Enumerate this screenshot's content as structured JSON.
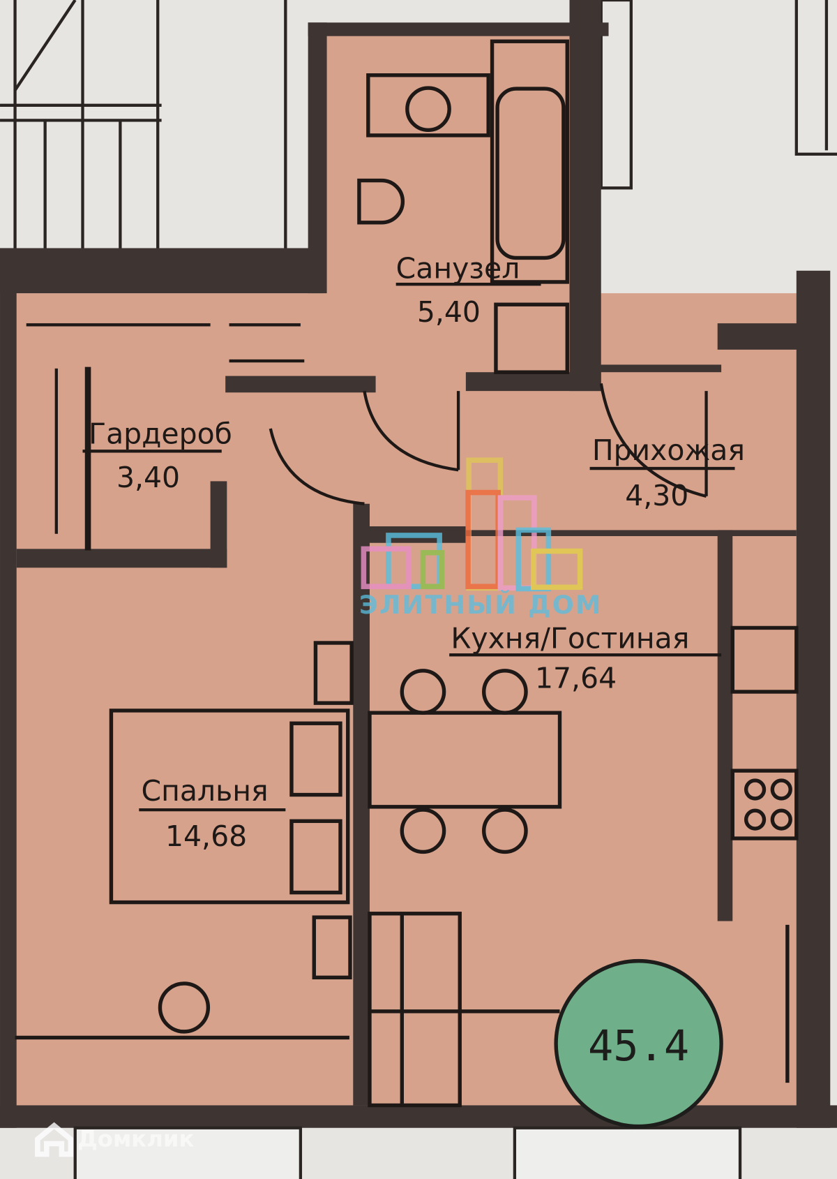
{
  "rooms": [
    {
      "name": "Санузел",
      "area": "5,40"
    },
    {
      "name": "Гардероб",
      "area": "3,40"
    },
    {
      "name": "Прихожая",
      "area": "4,30"
    },
    {
      "name": "Кухня/Гостиная",
      "area": "17,64"
    },
    {
      "name": "Спальня",
      "area": "14,68"
    }
  ],
  "total_area": "45.4",
  "watermark": "ЭЛИТНЫЙ ДОМ",
  "source_logo": "Домклик",
  "colors": {
    "floor": "#d6a28c",
    "wall": "#3e3533",
    "badge": "#6fb08a",
    "background": "#e6e5e2"
  }
}
